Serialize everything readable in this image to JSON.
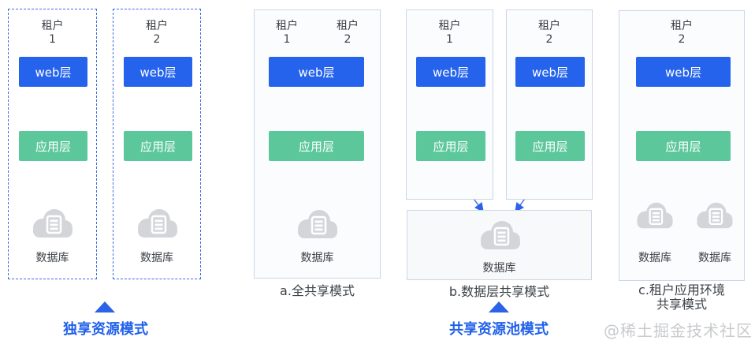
{
  "tenant": {
    "label": "租户",
    "n1": "1",
    "n2": "2"
  },
  "layers": {
    "web": "web层",
    "app": "应用层",
    "db": "数据库"
  },
  "captions": {
    "mode_a": "a.全共享模式",
    "mode_b": "b.数据层共享模式",
    "mode_c_line1": "c.租户应用环境",
    "mode_c_line2": "共享模式",
    "exclusive_group": "独享资源模式",
    "shared_group": "共享资源池模式"
  },
  "watermark": "@稀土掘金技术社区",
  "icons": {
    "database_cloud": "cloud-database-icon",
    "pointer_up": "up-triangle-icon"
  },
  "colors": {
    "web_layer": "#2563EC",
    "app_layer": "#5BC79B",
    "arrow": "#3D6BE8",
    "caption_accent": "#2161E9",
    "cloud": "#D3D5D9",
    "dashed_border": "#3D6BE5",
    "solid_border": "#CCD6E6",
    "text": "#3C4147",
    "watermark": "#C8CACD"
  }
}
